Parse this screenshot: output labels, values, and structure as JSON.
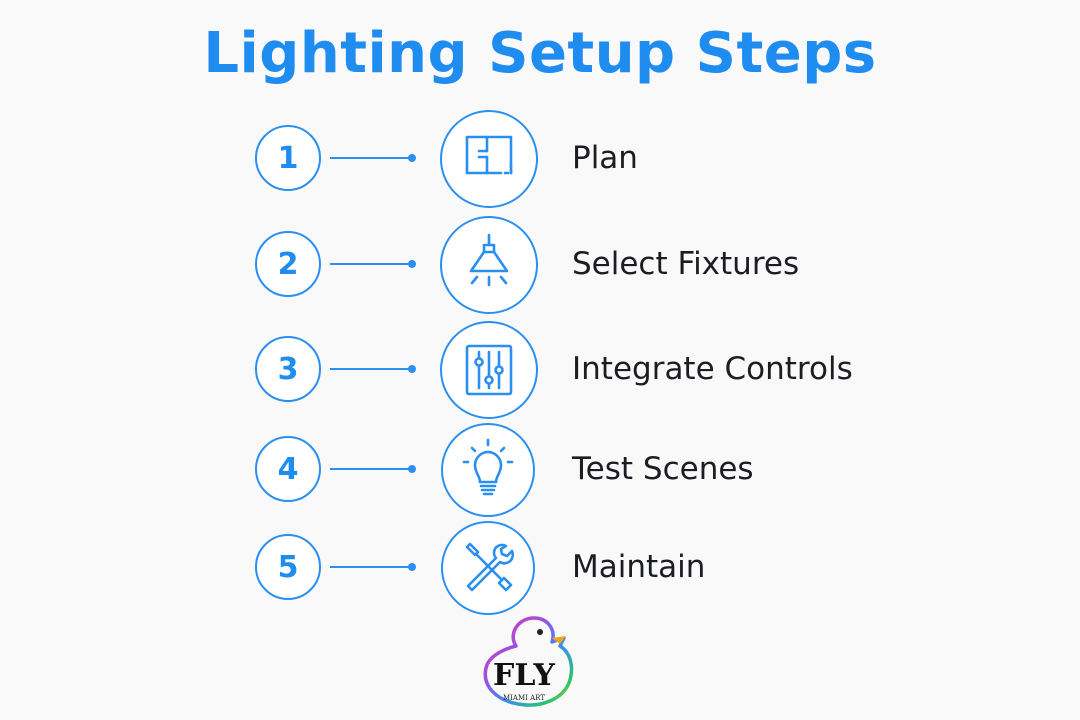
{
  "title": "Lighting Setup Steps",
  "steps": [
    {
      "number": "1",
      "label": "Plan",
      "icon": "floor-plan-icon"
    },
    {
      "number": "2",
      "label": "Select Fixtures",
      "icon": "pendant-lamp-icon"
    },
    {
      "number": "3",
      "label": "Integrate Controls",
      "icon": "sliders-icon"
    },
    {
      "number": "4",
      "label": "Test Scenes",
      "icon": "light-bulb-icon"
    },
    {
      "number": "5",
      "label": "Maintain",
      "icon": "tools-icon"
    }
  ],
  "logo": {
    "text": "FLY",
    "subtext": "MIAMI ART"
  },
  "colors": {
    "accent": "#1f8cf0",
    "text": "#1b1d22",
    "background": "#f9f9fa"
  }
}
